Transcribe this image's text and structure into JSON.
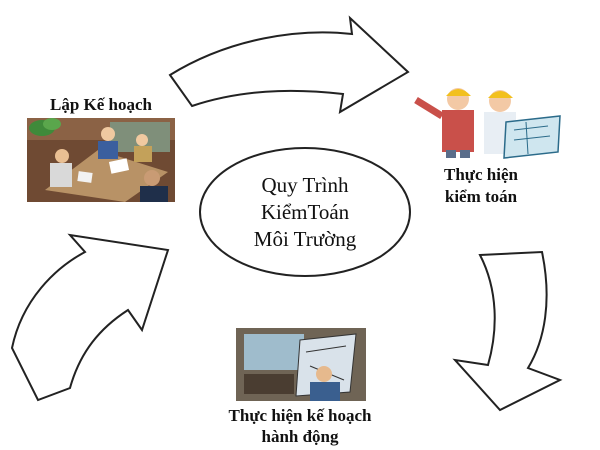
{
  "diagram": {
    "center": {
      "lines": [
        "Quy Trình",
        "KiểmToán",
        "Môi Trường"
      ]
    },
    "steps": [
      {
        "id": "plan",
        "lines": [
          "Lập Kế hoạch"
        ]
      },
      {
        "id": "execute-audit",
        "lines": [
          "Thực hiện",
          "kiểm toán"
        ]
      },
      {
        "id": "action-plan",
        "lines": [
          "Thực hiện kế hoạch",
          "hành động"
        ]
      }
    ],
    "colors": {
      "arrow_stroke": "#222222",
      "arrow_fill": "#ffffff",
      "ellipse_stroke": "#222222",
      "text": "#111111"
    }
  }
}
